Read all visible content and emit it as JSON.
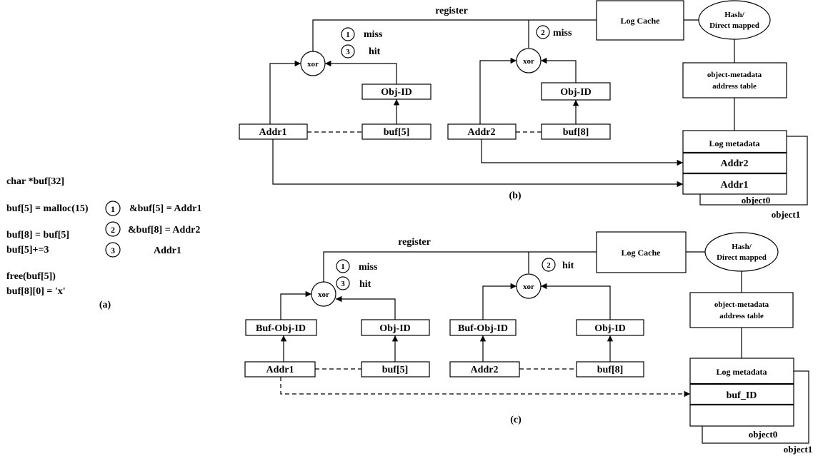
{
  "code": {
    "line1": "char *buf[32]",
    "line2": "buf[5] = malloc(15)",
    "line3": "buf[8] = buf[5]",
    "line4": "buf[5]+=3",
    "line5": "free(buf[5])",
    "line6": "buf[8][0] = 'x'",
    "step1_num": "1",
    "step1_text": "&buf[5] = Addr1",
    "step2_num": "2",
    "step2_text": "&buf[8] = Addr2",
    "step3_num": "3",
    "step3_text": "Addr1",
    "caption": "(a)"
  },
  "b": {
    "register": "register",
    "log_cache": "Log Cache",
    "hash_line1": "Hash/",
    "hash_line2": "Direct mapped",
    "table_line1": "object-metadata",
    "table_line2": "address table",
    "log_metadata": "Log metadata",
    "row_addr2": "Addr2",
    "row_addr1": "Addr1",
    "object0": "object0",
    "object1": "object1",
    "xor": "xor",
    "obj_id": "Obj-ID",
    "addr1": "Addr1",
    "addr2": "Addr2",
    "buf5": "buf[5]",
    "buf8": "buf[8]",
    "n1": "1",
    "miss1": "miss",
    "n3": "3",
    "hit3": "hit",
    "n2": "2",
    "miss2": "miss",
    "caption": "(b)"
  },
  "c": {
    "register": "register",
    "log_cache": "Log Cache",
    "hash_line1": "Hash/",
    "hash_line2": "Direct mapped",
    "table_line1": "object-metadata",
    "table_line2": "address table",
    "log_metadata": "Log metadata",
    "row_buf_id": "buf_ID",
    "object0": "object0",
    "object1": "object1",
    "xor": "xor",
    "buf_obj_id": "Buf-Obj-ID",
    "obj_id": "Obj-ID",
    "addr1": "Addr1",
    "addr2": "Addr2",
    "buf5": "buf[5]",
    "buf8": "buf[8]",
    "n1": "1",
    "miss1": "miss",
    "n3": "3",
    "hit3": "hit",
    "n2": "2",
    "hit2": "hit",
    "caption": "(c)"
  }
}
